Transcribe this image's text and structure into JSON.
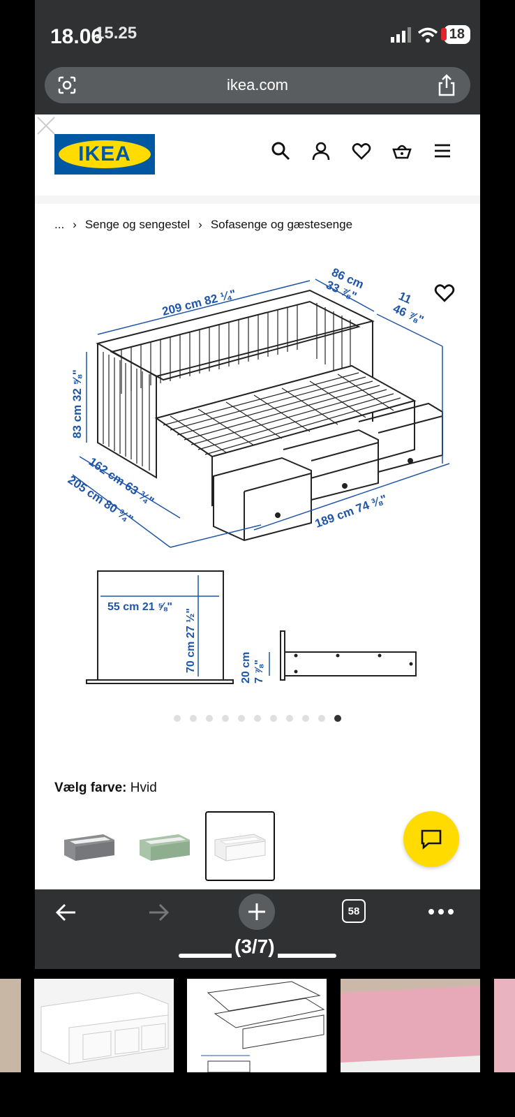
{
  "status": {
    "time": "18.06",
    "time_ghost": "15.25",
    "battery": "18"
  },
  "browser": {
    "url": "ikea.com",
    "tab_count": "58"
  },
  "site": {
    "logo_text": "IKEA",
    "breadcrumb": [
      "...",
      "Senge og sengestel",
      "Sofasenge og gæstesenge"
    ]
  },
  "diagram": {
    "dimensions": {
      "length": "209 cm 82 ¼\"",
      "depth": "86 cm",
      "depth_in": "33 ⅞\"",
      "width_cut": "11",
      "width_in": "46 ⅞\"",
      "height": "83 cm 32 ⅝\"",
      "bed_width": "162 cm 63 ¾\"",
      "bed_width_ext": "205 cm 80 ¾\"",
      "inner_length": "189 cm 74 ⅜\"",
      "drawer_width": "55 cm 21 ⅝\"",
      "drawer_height": "70 cm 27 ½\"",
      "drawer_depth": "20 cm",
      "drawer_depth_in": "7 ⅞\""
    }
  },
  "carousel": {
    "total": 11,
    "active": 10
  },
  "color": {
    "label": "Vælg farve:",
    "value": "Hvid",
    "options": [
      "grey",
      "green",
      "white"
    ],
    "selected": 2
  },
  "viewer": {
    "counter": "(3/7)"
  }
}
